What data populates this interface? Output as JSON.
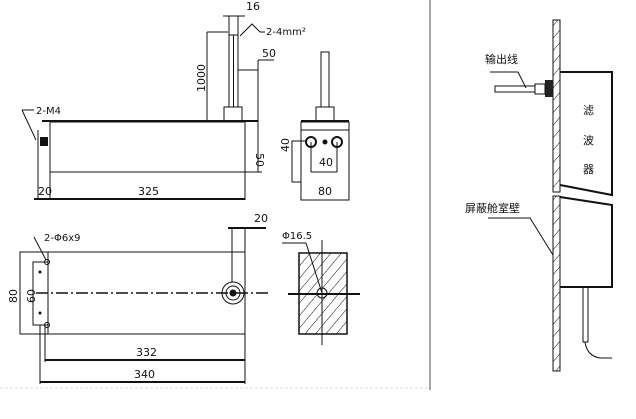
{
  "front_view": {
    "thread_label": "2-M4",
    "cable_spec": "2-4mm²",
    "cable_width": "16",
    "cable_length": "1000",
    "stud_offset": "50",
    "body_height": "50",
    "flange_width": "20",
    "body_length": "325"
  },
  "side_view": {
    "terminal_spacing": "40",
    "hole_height": "40",
    "width": "80"
  },
  "bottom_view": {
    "mount_holes": "2-Φ6x9",
    "outer_width": "80",
    "hole_spacing": "60",
    "stud_offset": "20",
    "hole_pitch": "332",
    "total_length": "340"
  },
  "cutout_view": {
    "diameter": "Φ16.5"
  },
  "install_view": {
    "output_wire": "输出线",
    "filter_chars": [
      "滤",
      "波",
      "器"
    ],
    "shield_wall": "屏蔽舱室壁"
  }
}
